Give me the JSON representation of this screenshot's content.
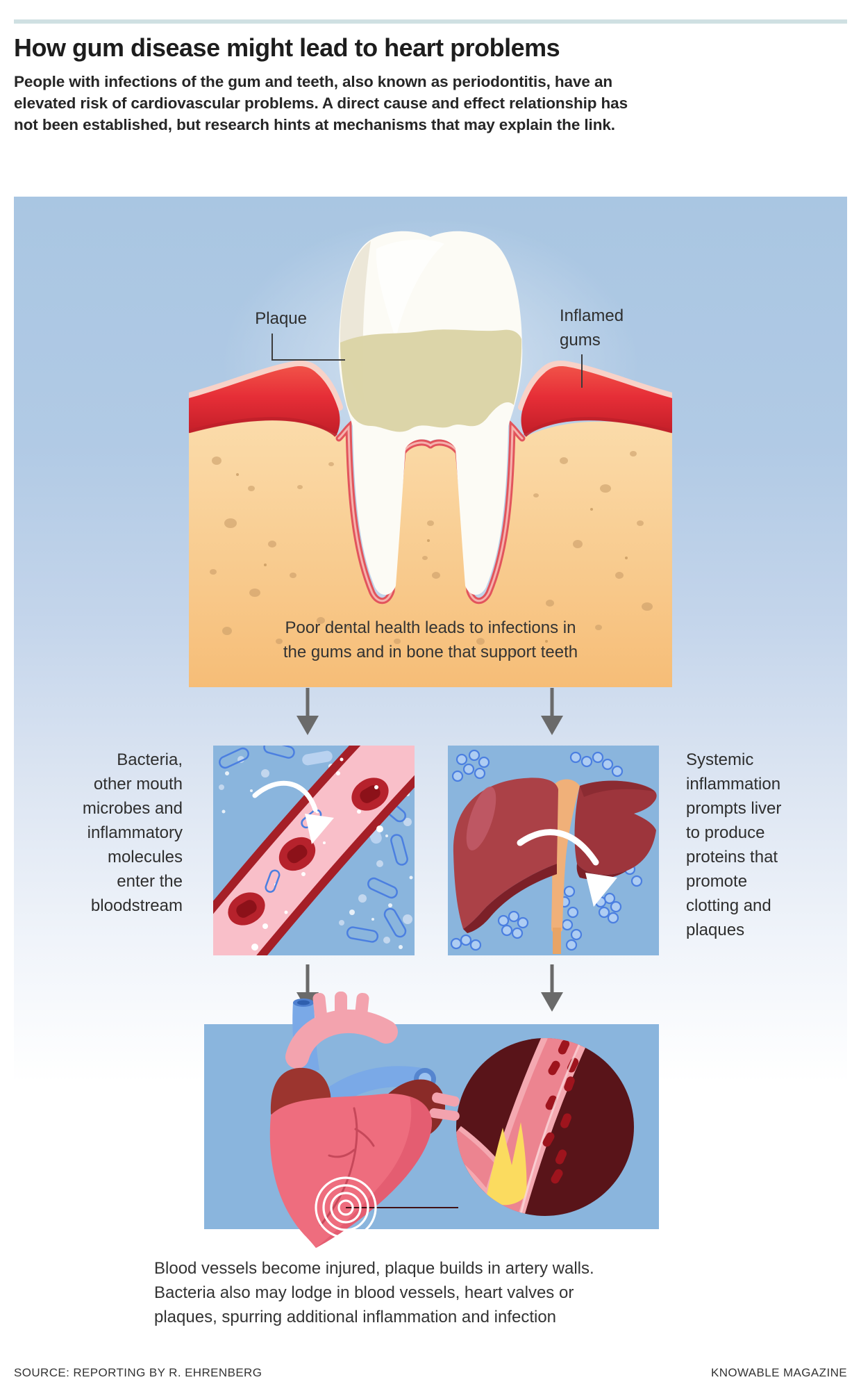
{
  "header": {
    "title": "How gum disease might lead to heart problems",
    "subtitle": "People with infections of the gum and teeth, also known as periodontitis, have an\nelevated risk of cardiovascular problems. A direct cause and effect relationship has\nnot been established, but research hints at mechanisms that may explain the link."
  },
  "figure": {
    "tooth_stage": {
      "plaque_label": "Plaque",
      "inflamed_gums_label": "Inflamed\ngums",
      "caption": "Poor dental health leads to infections in\nthe gums and in bone that support teeth"
    },
    "bloodstream_stage": {
      "text": "Bacteria,\nother mouth\nmicrobes and\ninflammatory\nmolecules\nenter the\nbloodstream"
    },
    "liver_stage": {
      "text": "Systemic\ninflammation\nprompts liver\nto produce\nproteins that\npromote\nclotting and\nplaques"
    },
    "heart_stage": {
      "caption": "Blood vessels become injured, plaque builds in artery walls.\nBacteria also may lodge in blood vessels, heart valves or\nplaques, spurring additional inflammation and infection"
    },
    "icons": {
      "down_arrow": "arrow-down-icon",
      "tooth": "tooth-illustration",
      "blood_vessel": "blood-vessel-illustration",
      "liver": "liver-illustration",
      "heart": "heart-illustration",
      "artery_inset": "clogged-artery-inset",
      "infection_rings": "infection-rings-icon"
    },
    "colors": {
      "top_bar": "#cfe0e2",
      "background_top": "#a9c6e2",
      "background_bottom": "#ffffff",
      "panel_blue": "#8ab5dd",
      "bone_orange": "#f8bb74",
      "gum_red": "#e62e37",
      "plaque_khaki": "#dbd4a6",
      "arrow_gray": "#6a6a6a",
      "heart_pink": "#ee6d7e",
      "liver_red": "#a23a41",
      "artery_plaque_yellow": "#fbdb5f",
      "bacteria_blue": "#4b7fe0"
    }
  },
  "footer": {
    "source": "SOURCE: REPORTING BY R. EHRENBERG",
    "brand": "KNOWABLE MAGAZINE"
  }
}
